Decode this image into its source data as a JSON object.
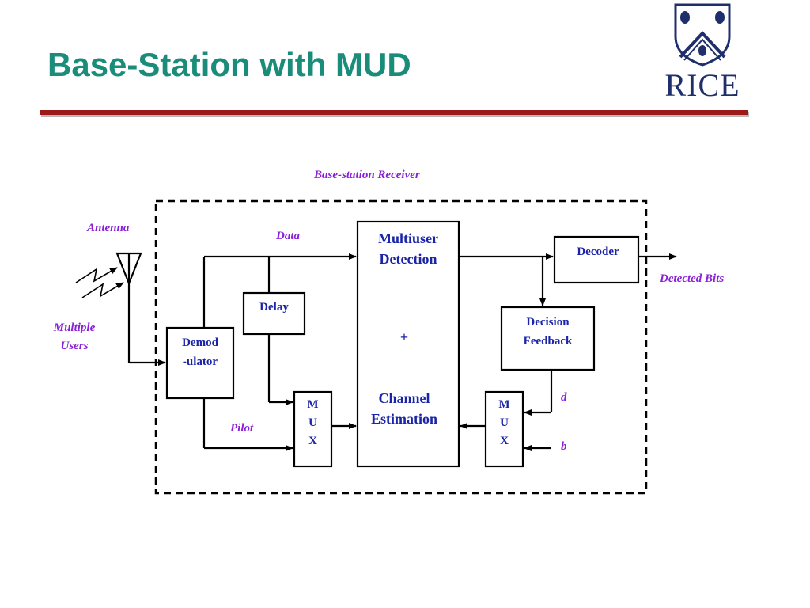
{
  "slide": {
    "title": "Base-Station with MUD",
    "logo_text": "RICE"
  },
  "diagram": {
    "receiver_label": "Base-station Receiver",
    "antenna_label": "Antenna",
    "users_label_line1": "Multiple",
    "users_label_line2": "Users",
    "data_label": "Data",
    "pilot_label": "Pilot",
    "demod_line1": "Demod",
    "demod_line2": "-ulator",
    "delay_label": "Delay",
    "mux_left": [
      "M",
      "U",
      "X"
    ],
    "mud_line1": "Multiuser",
    "mud_line2": "Detection",
    "plus_sign": "+",
    "ce_line1": "Channel",
    "ce_line2": "Estimation",
    "mux_right": [
      "M",
      "U",
      "X"
    ],
    "decoder_label": "Decoder",
    "decision_line1": "Decision",
    "decision_line2": "Feedback",
    "d_label": "d",
    "b_label": "b",
    "detected_bits_label": "Detected Bits"
  },
  "colors": {
    "title": "#1a8c7a",
    "rule": "#9b1b1b",
    "block_text": "#1a24a8",
    "italic_label": "#8a1fd8",
    "logo": "#1f2f6b"
  }
}
